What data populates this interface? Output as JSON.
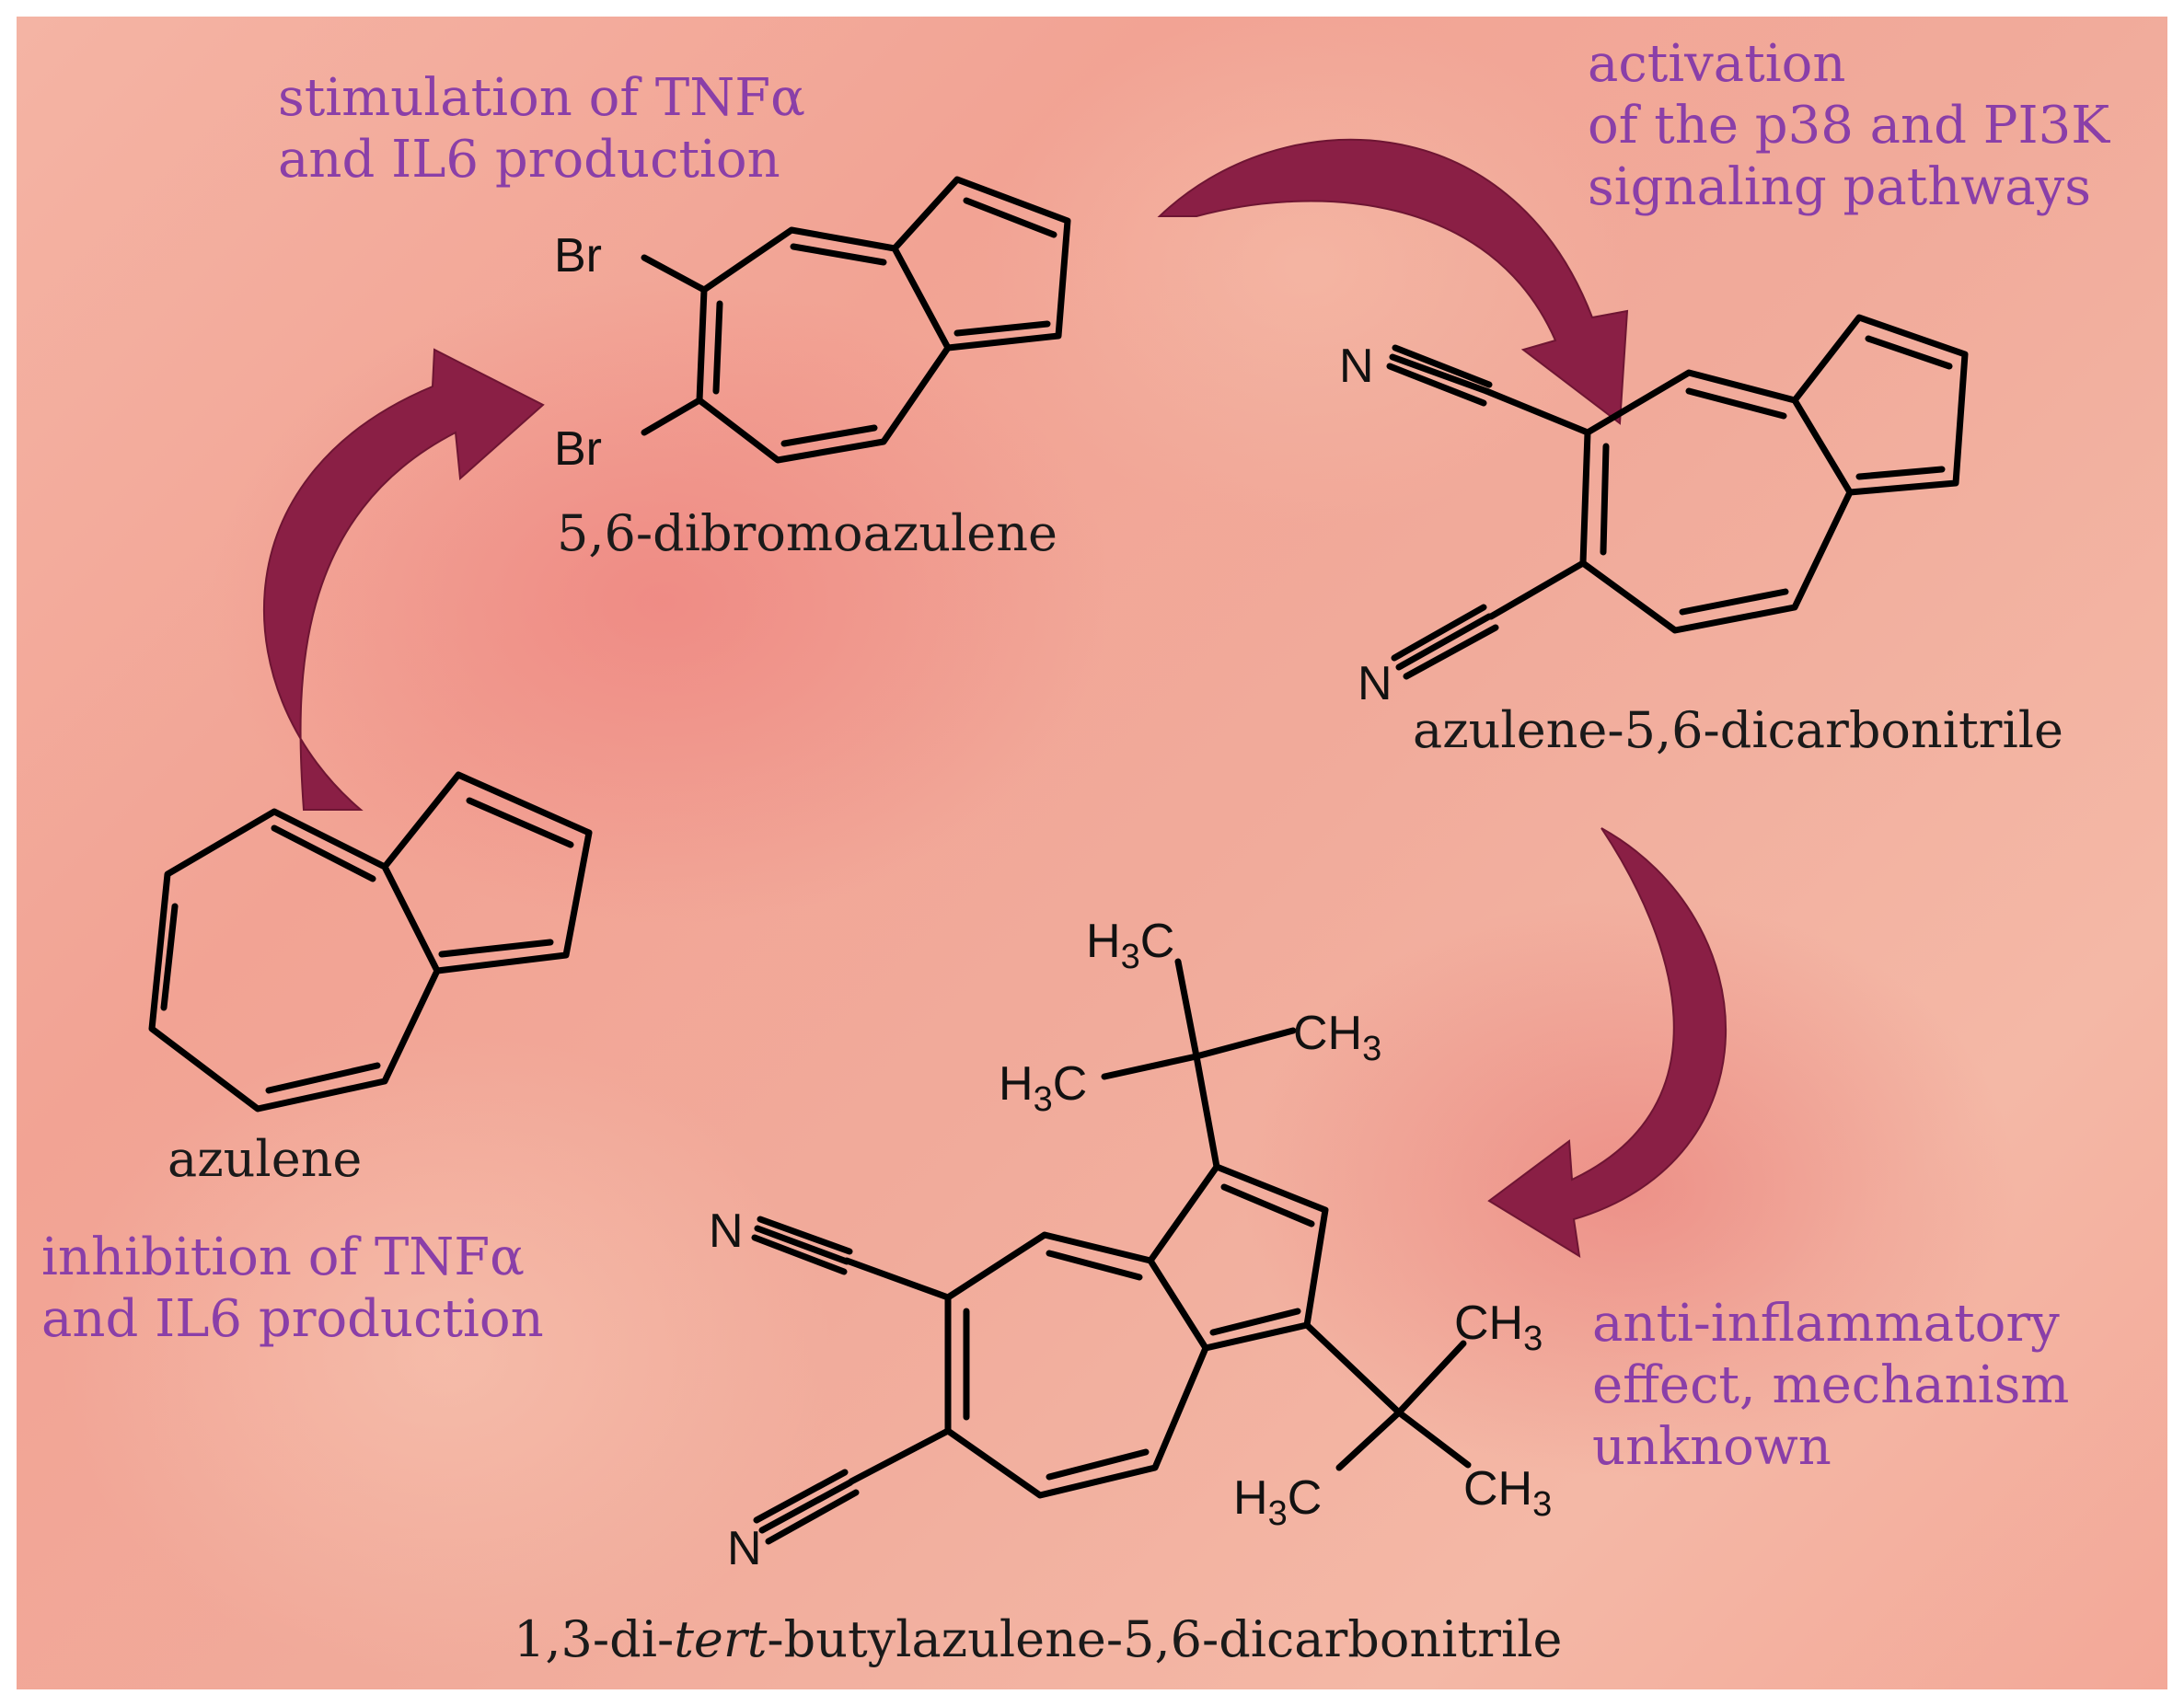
{
  "compounds": {
    "azulene": {
      "name": "azulene",
      "effect_lines": [
        "inhibition of TNFα",
        "and IL6 production"
      ]
    },
    "dibromoazulene": {
      "name": "5,6-dibromoazulene",
      "substituent_top": "Br",
      "substituent_bottom": "Br",
      "effect_lines": [
        "stimulation of TNFα",
        "and IL6 production"
      ]
    },
    "dicarbonitrile": {
      "name": "azulene-5,6-dicarbonitrile",
      "nitrile_top": "N",
      "nitrile_bottom": "N",
      "effect_lines": [
        "activation",
        "of the p38 and PI3K",
        "signaling pathways"
      ]
    },
    "tert_butyl": {
      "name_part1": "1,3-di-",
      "name_italic": "tert",
      "name_part2": "-butylazulene-5,6-dicarbonitrile",
      "nitrile_top": "N",
      "nitrile_bottom": "N",
      "methyl_group": "H",
      "methyl_c": "C",
      "methyl_sub": "3",
      "ch": "CH",
      "effect_lines": [
        "anti-inflammatory",
        "effect, mechanism",
        "unknown"
      ]
    }
  },
  "colors": {
    "arrow": "#8a1f45",
    "effect_text": "#8a3fa8",
    "bond": "#000000"
  }
}
